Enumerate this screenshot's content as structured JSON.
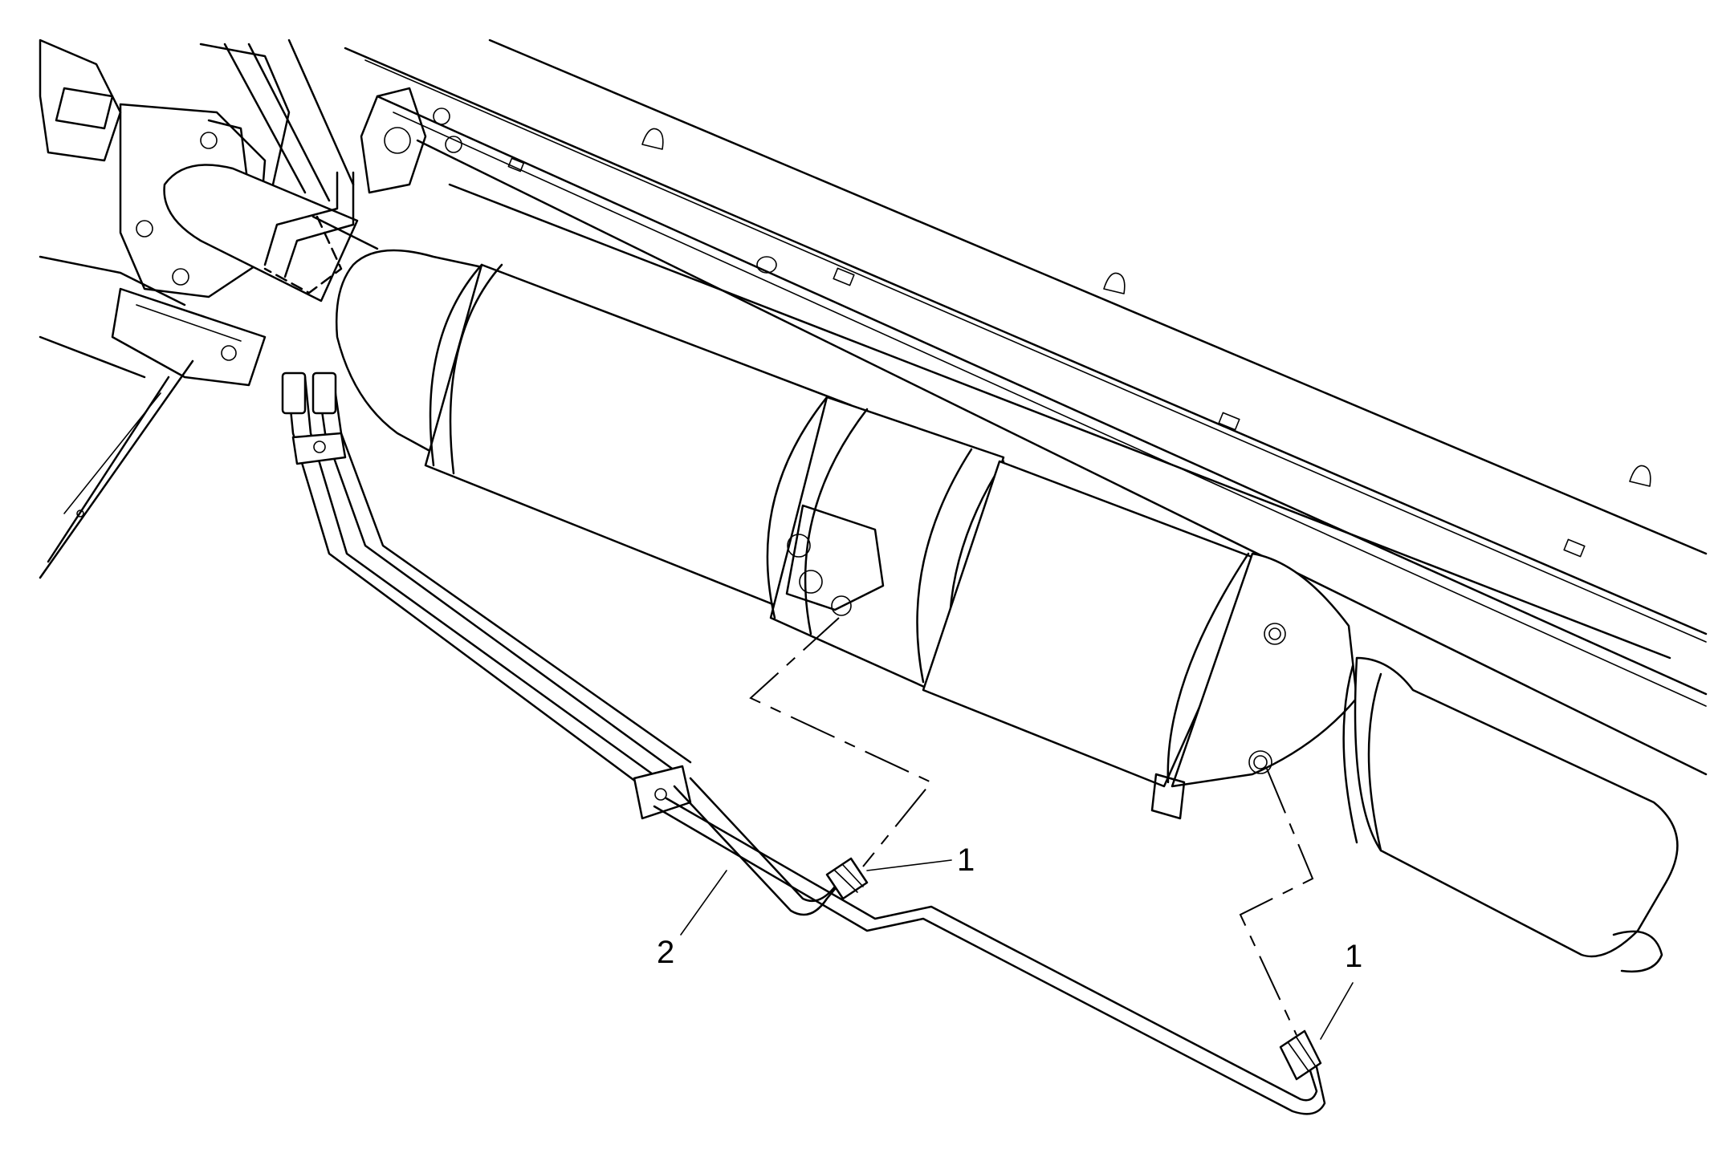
{
  "callouts": [
    {
      "id": "fitting-upper",
      "label": "1"
    },
    {
      "id": "fitting-lower",
      "label": "1"
    },
    {
      "id": "pipe-assembly",
      "label": "2"
    }
  ]
}
